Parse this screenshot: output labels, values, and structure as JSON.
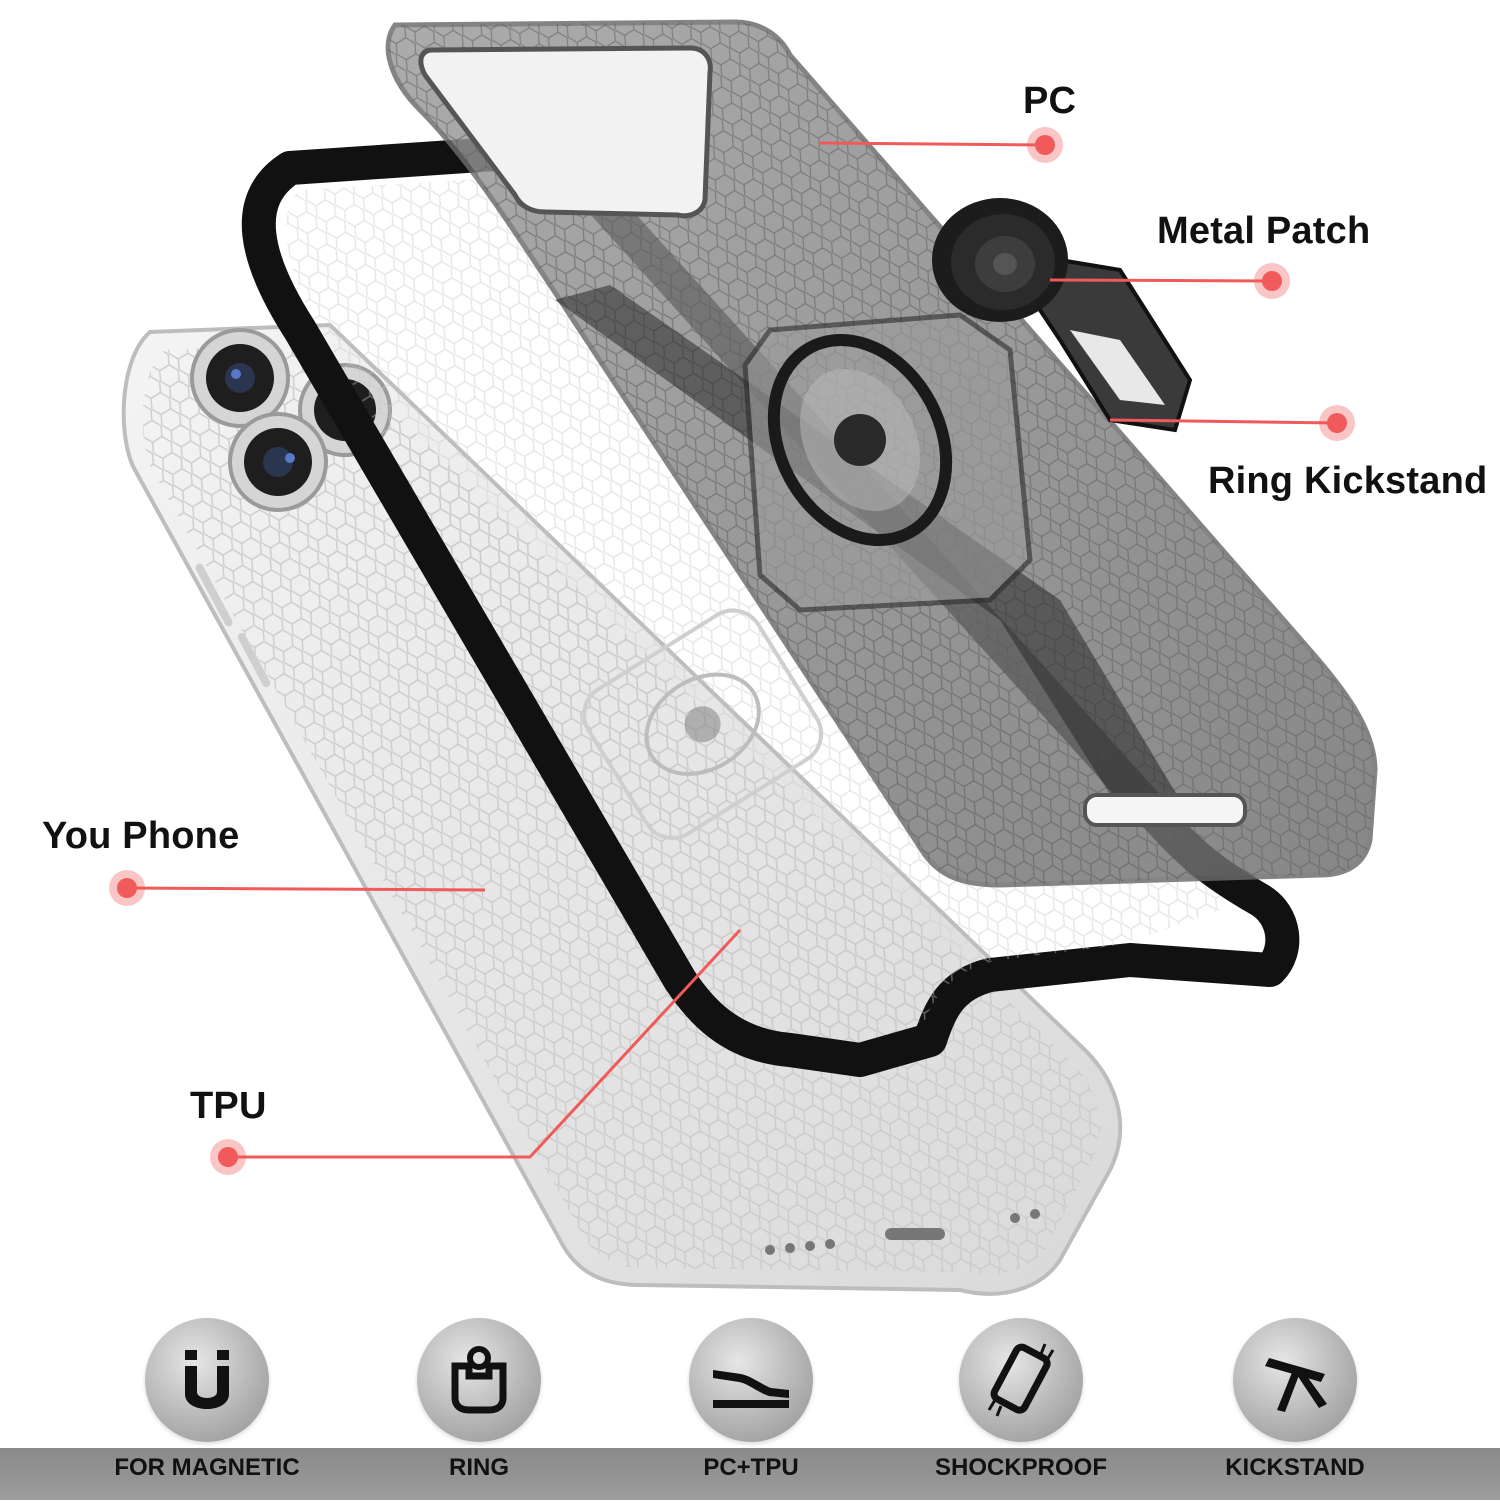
{
  "callouts": {
    "pc": "PC",
    "metal_patch": "Metal Patch",
    "ring_kickstand": "Ring Kickstand",
    "you_phone": "You Phone",
    "tpu": "TPU"
  },
  "features": [
    {
      "label": "FOR MAGNETIC",
      "icon": "magnet-icon"
    },
    {
      "label": "RING",
      "icon": "ring-icon"
    },
    {
      "label": "PC+TPU",
      "icon": "layers-icon"
    },
    {
      "label": "SHOCKPROOF",
      "icon": "shockproof-phone-icon"
    },
    {
      "label": "KICKSTAND",
      "icon": "kickstand-icon"
    }
  ],
  "colors": {
    "accent_red": "#f05a5a",
    "bar_gray": "#959595",
    "icon_gray": "#b5b5b5"
  }
}
